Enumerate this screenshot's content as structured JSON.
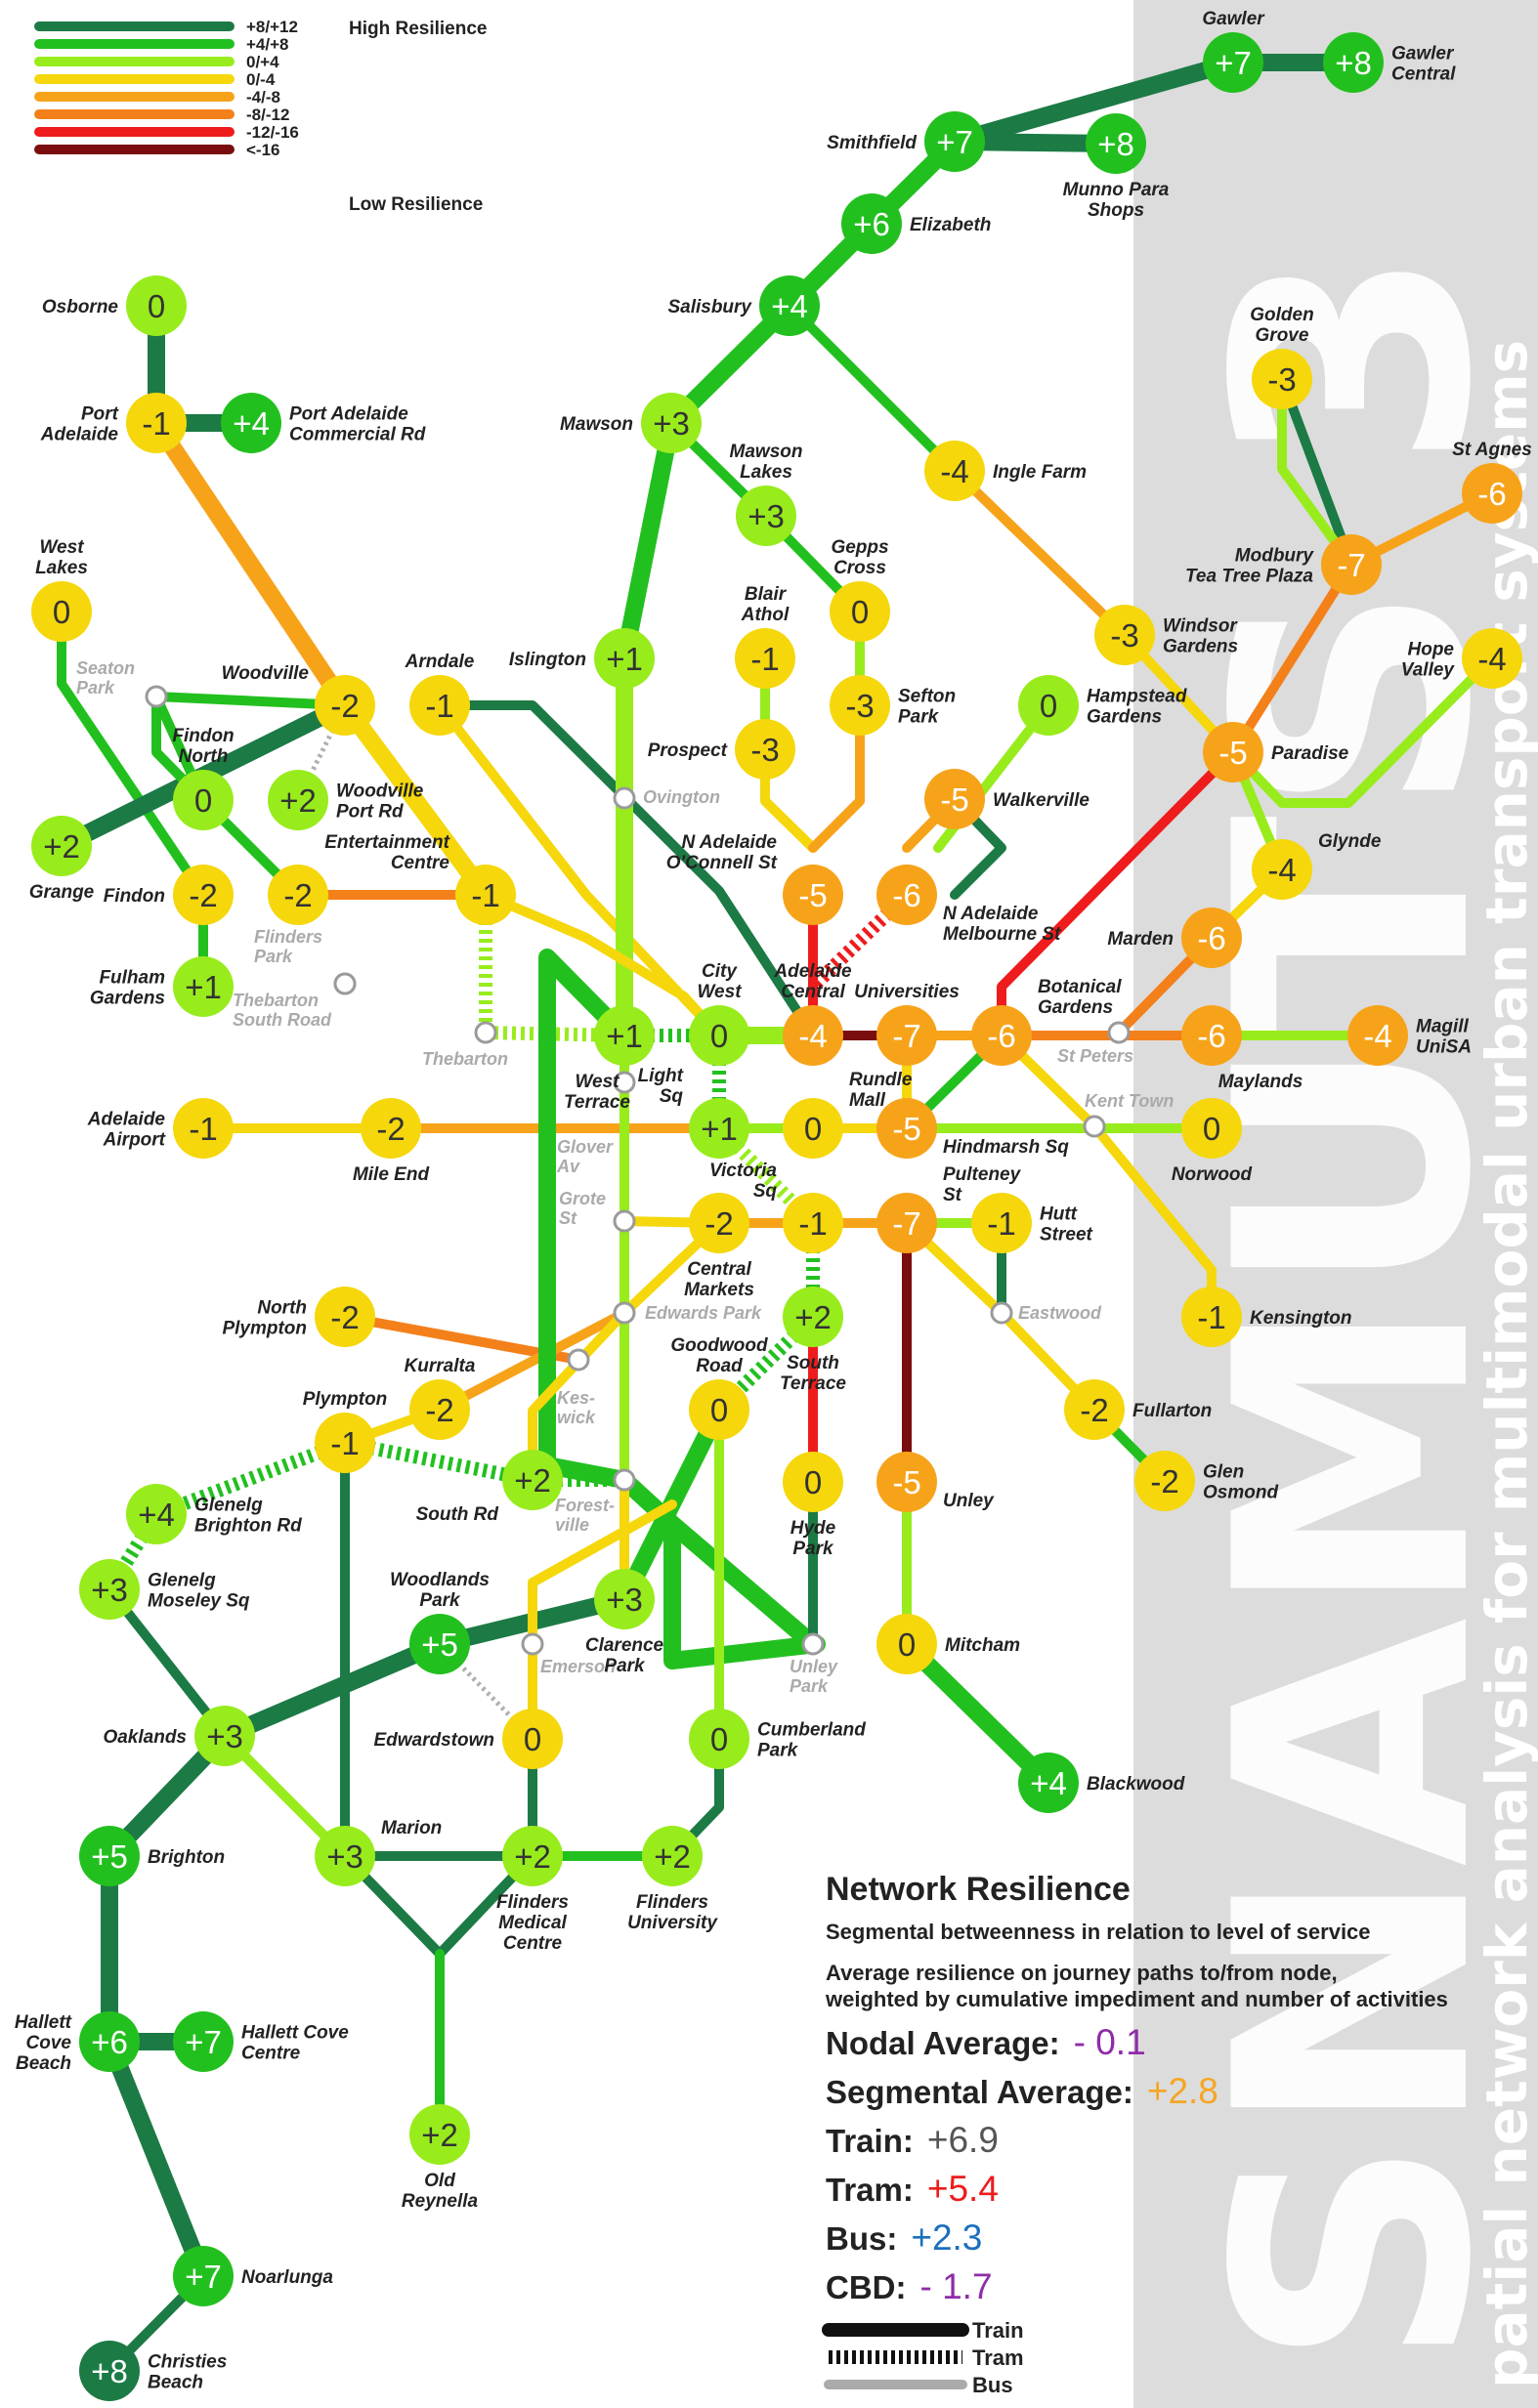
{
  "side_title": {
    "line1": "SNAMUTS 3",
    "line2": "patial network analysis for multimodal urban transport systems"
  },
  "legend": {
    "items": [
      {
        "label": "+8/+12",
        "color": "#1c7a45"
      },
      {
        "label": "+4/+8",
        "color": "#22c01f"
      },
      {
        "label": "0/+4",
        "color": "#98ec1c"
      },
      {
        "label": "0/-4",
        "color": "#f5d70c"
      },
      {
        "label": "-4/-8",
        "color": "#f7a31a"
      },
      {
        "label": "-8/-12",
        "color": "#f4801a"
      },
      {
        "label": "-12/-16",
        "color": "#ee1c1c"
      },
      {
        "label": "<-16",
        "color": "#7a0e0e"
      }
    ],
    "high_label": "High Resilience",
    "low_label": "Low Resilience"
  },
  "info": {
    "title": "Network Resilience",
    "subtitle": "Segmental betweenness in relation to level of service",
    "desc1": "Average resilience on journey paths to/from node,",
    "desc2": "weighted by cumulative impediment and number of activities",
    "stats": [
      {
        "label": "Nodal Average:",
        "value": "- 0.1",
        "color": "#8e2ca7"
      },
      {
        "label": "Segmental Average:",
        "value": "+2.8",
        "color": "#f5a623"
      },
      {
        "label": "Train:",
        "value": "+6.9",
        "color": "#555555"
      },
      {
        "label": "Tram:",
        "value": "+5.4",
        "color": "#ee1c1c"
      },
      {
        "label": "Bus:",
        "value": "+2.3",
        "color": "#1c6fbf"
      },
      {
        "label": "CBD:",
        "value": "- 1.7",
        "color": "#8e2ca7"
      }
    ],
    "modes": [
      {
        "label": "Train",
        "style": "train"
      },
      {
        "label": "Tram",
        "style": "tram"
      },
      {
        "label": "Bus",
        "style": "bus"
      }
    ]
  },
  "nodes": [
    {
      "id": "gawler",
      "value": "+7",
      "lines": [
        "Gawler"
      ],
      "color": "#22c01f",
      "text": "#ffffff",
      "la": "above"
    },
    {
      "id": "gawler-central",
      "value": "+8",
      "lines": [
        "Gawler",
        "Central"
      ],
      "color": "#22c01f",
      "text": "#ffffff",
      "la": "right"
    },
    {
      "id": "smithfield",
      "value": "+7",
      "lines": [
        "Smithfield"
      ],
      "color": "#22c01f",
      "text": "#ffffff",
      "la": "left"
    },
    {
      "id": "munno-para",
      "value": "+8",
      "lines": [
        "Munno Para",
        "Shops"
      ],
      "color": "#22c01f",
      "text": "#ffffff",
      "la": "below"
    },
    {
      "id": "elizabeth",
      "value": "+6",
      "lines": [
        "Elizabeth"
      ],
      "color": "#22c01f",
      "text": "#ffffff",
      "la": "right"
    },
    {
      "id": "salisbury",
      "value": "+4",
      "lines": [
        "Salisbury"
      ],
      "color": "#22c01f",
      "text": "#ffffff",
      "la": "left"
    },
    {
      "id": "mawson",
      "value": "+3",
      "lines": [
        "Mawson"
      ],
      "color": "#98ec1c",
      "text": "#333333",
      "la": "left"
    },
    {
      "id": "mawson-lakes",
      "value": "+3",
      "lines": [
        "Mawson",
        "Lakes"
      ],
      "color": "#98ec1c",
      "text": "#333333",
      "la": "above"
    },
    {
      "id": "ingle-farm",
      "value": "-4",
      "lines": [
        "Ingle Farm"
      ],
      "color": "#f5d70c",
      "text": "#333333",
      "la": "right"
    },
    {
      "id": "golden-grove",
      "value": "-3",
      "lines": [
        "Golden",
        "Grove"
      ],
      "color": "#f5d70c",
      "text": "#333333",
      "la": "above"
    },
    {
      "id": "st-agnes",
      "value": "-6",
      "lines": [
        "St Agnes"
      ],
      "color": "#f7a31a",
      "text": "#ffffff",
      "la": "above"
    },
    {
      "id": "modbury",
      "value": "-7",
      "lines": [
        "Modbury",
        "Tea Tree Plaza"
      ],
      "color": "#f7a31a",
      "text": "#ffffff",
      "la": "left"
    },
    {
      "id": "hope-valley",
      "value": "-4",
      "lines": [
        "Hope",
        "Valley"
      ],
      "color": "#f5d70c",
      "text": "#333333",
      "la": "left"
    },
    {
      "id": "osborne",
      "value": "0",
      "lines": [
        "Osborne"
      ],
      "color": "#98ec1c",
      "text": "#333333",
      "la": "left"
    },
    {
      "id": "port-adelaide",
      "value": "-1",
      "lines": [
        "Port",
        "Adelaide"
      ],
      "color": "#f5d70c",
      "text": "#333333",
      "la": "left"
    },
    {
      "id": "pa-commercial",
      "value": "+4",
      "lines": [
        "Port Adelaide",
        "Commercial Rd"
      ],
      "color": "#22c01f",
      "text": "#ffffff",
      "la": "right"
    },
    {
      "id": "west-lakes",
      "value": "0",
      "lines": [
        "West",
        "Lakes"
      ],
      "color": "#f5d70c",
      "text": "#333333",
      "la": "above"
    },
    {
      "id": "woodville",
      "value": "-2",
      "lines": [
        "Woodville"
      ],
      "color": "#f5d70c",
      "text": "#333333",
      "la": "left-up"
    },
    {
      "id": "arndale",
      "value": "-1",
      "lines": [
        "Arndale"
      ],
      "color": "#f5d70c",
      "text": "#333333",
      "la": "above"
    },
    {
      "id": "islington",
      "value": "+1",
      "lines": [
        "Islington"
      ],
      "color": "#98ec1c",
      "text": "#333333",
      "la": "left"
    },
    {
      "id": "blair-athol",
      "value": "-1",
      "lines": [
        "Blair",
        "Athol"
      ],
      "color": "#f5d70c",
      "text": "#333333",
      "la": "above"
    },
    {
      "id": "gepps-cross",
      "value": "0",
      "lines": [
        "Gepps",
        "Cross"
      ],
      "color": "#f5d70c",
      "text": "#333333",
      "la": "above"
    },
    {
      "id": "windsor-gardens",
      "value": "-3",
      "lines": [
        "Windsor",
        "Gardens"
      ],
      "color": "#f5d70c",
      "text": "#333333",
      "la": "right"
    },
    {
      "id": "prospect",
      "value": "-3",
      "lines": [
        "Prospect"
      ],
      "color": "#f5d70c",
      "text": "#333333",
      "la": "left"
    },
    {
      "id": "sefton-park",
      "value": "-3",
      "lines": [
        "Sefton",
        "Park"
      ],
      "color": "#f5d70c",
      "text": "#333333",
      "la": "right"
    },
    {
      "id": "hampstead",
      "value": "0",
      "lines": [
        "Hampstead",
        "Gardens"
      ],
      "color": "#98ec1c",
      "text": "#333333",
      "la": "right"
    },
    {
      "id": "paradise",
      "value": "-5",
      "lines": [
        "Paradise"
      ],
      "color": "#f7a31a",
      "text": "#ffffff",
      "la": "right"
    },
    {
      "id": "grange",
      "value": "+2",
      "lines": [
        "Grange"
      ],
      "color": "#98ec1c",
      "text": "#333333",
      "la": "below"
    },
    {
      "id": "findon-north",
      "value": "0",
      "lines": [
        "Findon",
        "North"
      ],
      "color": "#98ec1c",
      "text": "#333333",
      "la": "above"
    },
    {
      "id": "woodville-port",
      "value": "+2",
      "lines": [
        "Woodville",
        "Port Rd"
      ],
      "color": "#98ec1c",
      "text": "#333333",
      "la": "right"
    },
    {
      "id": "walkerville",
      "value": "-5",
      "lines": [
        "Walkerville"
      ],
      "color": "#f7a31a",
      "text": "#ffffff",
      "la": "right"
    },
    {
      "id": "findon",
      "value": "-2",
      "lines": [
        "Findon"
      ],
      "color": "#f5d70c",
      "text": "#333333",
      "la": "left"
    },
    {
      "id": "findon-mid",
      "value": "-2",
      "lines": [],
      "color": "#f5d70c",
      "text": "#333333",
      "la": "none"
    },
    {
      "id": "ent-centre",
      "value": "-1",
      "lines": [
        "Entertainment",
        "Centre"
      ],
      "color": "#f5d70c",
      "text": "#333333",
      "la": "left-up"
    },
    {
      "id": "n-adelaide-oconnell",
      "value": "-5",
      "lines": [
        "N Adelaide",
        "O'Connell St"
      ],
      "color": "#f7a31a",
      "text": "#ffffff",
      "la": "left-up"
    },
    {
      "id": "n-adelaide-melbourne",
      "value": "-6",
      "lines": [
        "N Adelaide",
        "Melbourne St"
      ],
      "color": "#f7a31a",
      "text": "#ffffff",
      "la": "right-down"
    },
    {
      "id": "glynde",
      "value": "-4",
      "lines": [
        "Glynde"
      ],
      "color": "#f5d70c",
      "text": "#333333",
      "la": "right-up"
    },
    {
      "id": "fulham-gardens",
      "value": "+1",
      "lines": [
        "Fulham",
        "Gardens"
      ],
      "color": "#98ec1c",
      "text": "#333333",
      "la": "left"
    },
    {
      "id": "marden",
      "value": "-6",
      "lines": [
        "Marden"
      ],
      "color": "#f7a31a",
      "text": "#ffffff",
      "la": "left"
    },
    {
      "id": "west-terrace",
      "value": "+1",
      "lines": [
        "West",
        "Terrace"
      ],
      "color": "#98ec1c",
      "text": "#333333",
      "la": "below-left"
    },
    {
      "id": "city-west",
      "value": "0",
      "lines": [
        "City",
        "West"
      ],
      "color": "#98ec1c",
      "text": "#333333",
      "la": "above"
    },
    {
      "id": "adelaide-central",
      "value": "-4",
      "lines": [
        "Adelaide",
        "Central"
      ],
      "color": "#f7a31a",
      "text": "#ffffff",
      "la": "above"
    },
    {
      "id": "universities",
      "value": "-7",
      "lines": [
        "Universities"
      ],
      "color": "#f7a31a",
      "text": "#ffffff",
      "la": "above"
    },
    {
      "id": "botanical-gardens",
      "value": "-6",
      "lines": [
        "Botanical",
        "Gardens"
      ],
      "color": "#f7a31a",
      "text": "#ffffff",
      "la": "right-up"
    },
    {
      "id": "maylands",
      "value": "-6",
      "lines": [
        "Maylands"
      ],
      "color": "#f7a31a",
      "text": "#ffffff",
      "la": "below-right"
    },
    {
      "id": "magill",
      "value": "-4",
      "lines": [
        "Magill",
        "UniSA"
      ],
      "color": "#f7a31a",
      "text": "#ffffff",
      "la": "right"
    },
    {
      "id": "adelaide-airport",
      "value": "-1",
      "lines": [
        "Adelaide",
        "Airport"
      ],
      "color": "#f5d70c",
      "text": "#333333",
      "la": "left"
    },
    {
      "id": "mile-end",
      "value": "-2",
      "lines": [
        "Mile End"
      ],
      "color": "#f5d70c",
      "text": "#333333",
      "la": "below"
    },
    {
      "id": "light-sq",
      "value": "+1",
      "lines": [
        "Light",
        "Sq"
      ],
      "color": "#98ec1c",
      "text": "#333333",
      "la": "left-up"
    },
    {
      "id": "rundle-mall",
      "value": "0",
      "lines": [
        "Rundle",
        "Mall"
      ],
      "color": "#f5d70c",
      "text": "#333333",
      "la": "right-up"
    },
    {
      "id": "hindmarsh-sq",
      "value": "-5",
      "lines": [
        "Hindmarsh Sq"
      ],
      "color": "#f7a31a",
      "text": "#ffffff",
      "la": "right-down"
    },
    {
      "id": "norwood",
      "value": "0",
      "lines": [
        "Norwood"
      ],
      "color": "#f5d70c",
      "text": "#333333",
      "la": "below"
    },
    {
      "id": "victoria-sq",
      "value": "-1",
      "lines": [
        "Victoria",
        "Sq"
      ],
      "color": "#f5d70c",
      "text": "#333333",
      "la": "left-up"
    },
    {
      "id": "central-markets",
      "value": "-2",
      "lines": [
        "Central",
        "Markets"
      ],
      "color": "#f5d70c",
      "text": "#333333",
      "la": "below"
    },
    {
      "id": "pulteney-st",
      "value": "-7",
      "lines": [
        "Pulteney",
        "St"
      ],
      "color": "#f7a31a",
      "text": "#ffffff",
      "la": "right-up"
    },
    {
      "id": "hutt-street",
      "value": "-1",
      "lines": [
        "Hutt",
        "Street"
      ],
      "color": "#f5d70c",
      "text": "#333333",
      "la": "right"
    },
    {
      "id": "kensington",
      "value": "-1",
      "lines": [
        "Kensington"
      ],
      "color": "#f5d70c",
      "text": "#333333",
      "la": "right"
    },
    {
      "id": "north-plympton",
      "value": "-2",
      "lines": [
        "North",
        "Plympton"
      ],
      "color": "#f5d70c",
      "text": "#333333",
      "la": "left"
    },
    {
      "id": "south-terrace",
      "value": "+2",
      "lines": [
        "South",
        "Terrace"
      ],
      "color": "#98ec1c",
      "text": "#333333",
      "la": "below"
    },
    {
      "id": "kurralta",
      "value": "-2",
      "lines": [
        "Kurralta"
      ],
      "color": "#f5d70c",
      "text": "#333333",
      "la": "above"
    },
    {
      "id": "goodwood-road",
      "value": "0",
      "lines": [
        "Goodwood",
        "Road"
      ],
      "color": "#f5d70c",
      "text": "#333333",
      "la": "above"
    },
    {
      "id": "fullarton",
      "value": "-2",
      "lines": [
        "Fullarton"
      ],
      "color": "#f5d70c",
      "text": "#333333",
      "la": "right"
    },
    {
      "id": "plympton",
      "value": "-1",
      "lines": [
        "Plympton"
      ],
      "color": "#f5d70c",
      "text": "#333333",
      "la": "above"
    },
    {
      "id": "south-rd",
      "value": "+2",
      "lines": [
        "South Rd"
      ],
      "color": "#98ec1c",
      "text": "#333333",
      "la": "left-down"
    },
    {
      "id": "hyde-park",
      "value": "0",
      "lines": [
        "Hyde",
        "Park"
      ],
      "color": "#f5d70c",
      "text": "#333333",
      "la": "below"
    },
    {
      "id": "unley",
      "value": "-5",
      "lines": [
        "Unley"
      ],
      "color": "#f7a31a",
      "text": "#ffffff",
      "la": "right-down"
    },
    {
      "id": "glen-osmond",
      "value": "-2",
      "lines": [
        "Glen",
        "Osmond"
      ],
      "color": "#f5d70c",
      "text": "#333333",
      "la": "right"
    },
    {
      "id": "glenelg-brighton",
      "value": "+4",
      "lines": [
        "Glenelg",
        "Brighton Rd"
      ],
      "color": "#98ec1c",
      "text": "#333333",
      "la": "right"
    },
    {
      "id": "glenelg-moseley",
      "value": "+3",
      "lines": [
        "Glenelg",
        "Moseley Sq"
      ],
      "color": "#98ec1c",
      "text": "#333333",
      "la": "right"
    },
    {
      "id": "woodlands-park",
      "value": "+5",
      "lines": [
        "Woodlands",
        "Park"
      ],
      "color": "#22c01f",
      "text": "#ffffff",
      "la": "above"
    },
    {
      "id": "clarence-park",
      "value": "+3",
      "lines": [
        "Clarence",
        "Park"
      ],
      "color": "#98ec1c",
      "text": "#333333",
      "la": "below"
    },
    {
      "id": "mitcham",
      "value": "0",
      "lines": [
        "Mitcham"
      ],
      "color": "#f5d70c",
      "text": "#333333",
      "la": "right"
    },
    {
      "id": "oaklands",
      "value": "+3",
      "lines": [
        "Oaklands"
      ],
      "color": "#98ec1c",
      "text": "#333333",
      "la": "left"
    },
    {
      "id": "edwardstown",
      "value": "0",
      "lines": [
        "Edwardstown"
      ],
      "color": "#f5d70c",
      "text": "#333333",
      "la": "left"
    },
    {
      "id": "cumberland-park",
      "value": "0",
      "lines": [
        "Cumberland",
        "Park"
      ],
      "color": "#98ec1c",
      "text": "#333333",
      "la": "right"
    },
    {
      "id": "blackwood",
      "value": "+4",
      "lines": [
        "Blackwood"
      ],
      "color": "#22c01f",
      "text": "#ffffff",
      "la": "right"
    },
    {
      "id": "brighton",
      "value": "+5",
      "lines": [
        "Brighton"
      ],
      "color": "#22c01f",
      "text": "#ffffff",
      "la": "right"
    },
    {
      "id": "marion",
      "value": "+3",
      "lines": [
        "Marion"
      ],
      "color": "#98ec1c",
      "text": "#333333",
      "la": "right-up"
    },
    {
      "id": "flinders-medical",
      "value": "+2",
      "lines": [
        "Flinders",
        "Medical",
        "Centre"
      ],
      "color": "#98ec1c",
      "text": "#333333",
      "la": "below"
    },
    {
      "id": "flinders-uni",
      "value": "+2",
      "lines": [
        "Flinders",
        "University"
      ],
      "color": "#98ec1c",
      "text": "#333333",
      "la": "below"
    },
    {
      "id": "hallett-cove-beach",
      "value": "+6",
      "lines": [
        "Hallett",
        "Cove",
        "Beach"
      ],
      "color": "#22c01f",
      "text": "#ffffff",
      "la": "left"
    },
    {
      "id": "hallett-cove-centre",
      "value": "+7",
      "lines": [
        "Hallett Cove",
        "Centre"
      ],
      "color": "#22c01f",
      "text": "#ffffff",
      "la": "right"
    },
    {
      "id": "old-reynella",
      "value": "+2",
      "lines": [
        "Old",
        "Reynella"
      ],
      "color": "#98ec1c",
      "text": "#333333",
      "la": "below"
    },
    {
      "id": "noarlunga",
      "value": "+7",
      "lines": [
        "Noarlunga"
      ],
      "color": "#22c01f",
      "text": "#ffffff",
      "la": "right"
    },
    {
      "id": "christies-beach",
      "value": "+8",
      "lines": [
        "Christies",
        "Beach"
      ],
      "color": "#1c7a45",
      "text": "#ffffff",
      "la": "right"
    }
  ],
  "minor_nodes": [
    {
      "id": "seaton-park",
      "lines": [
        "Seaton",
        "Park"
      ]
    },
    {
      "id": "ovingtom",
      "lines": [
        "Ovington"
      ]
    },
    {
      "id": "thebarton-south",
      "lines": [
        "Thebarton",
        "South Road"
      ]
    },
    {
      "id": "thebarton",
      "lines": [
        "Thebarton"
      ]
    },
    {
      "id": "flinders-park",
      "lines": [
        "Flinders",
        "Park"
      ]
    },
    {
      "id": "st-peters",
      "lines": [
        "St Peters"
      ]
    },
    {
      "id": "kent-town",
      "lines": [
        "Kent Town"
      ]
    },
    {
      "id": "glover-av",
      "lines": [
        "Glover",
        "Av"
      ]
    },
    {
      "id": "grote-st",
      "lines": [
        "Grote",
        "St"
      ]
    },
    {
      "id": "edwards-park",
      "lines": [
        "Edwards Park"
      ]
    },
    {
      "id": "keswick",
      "lines": [
        "Kes-",
        "wick"
      ]
    },
    {
      "id": "eastwood",
      "lines": [
        "Eastwood"
      ]
    },
    {
      "id": "forestville",
      "lines": [
        "Forest-",
        "ville"
      ]
    },
    {
      "id": "emerson",
      "lines": [
        "Emerson"
      ]
    },
    {
      "id": "unley-park",
      "lines": [
        "Unley",
        "Park"
      ]
    }
  ]
}
